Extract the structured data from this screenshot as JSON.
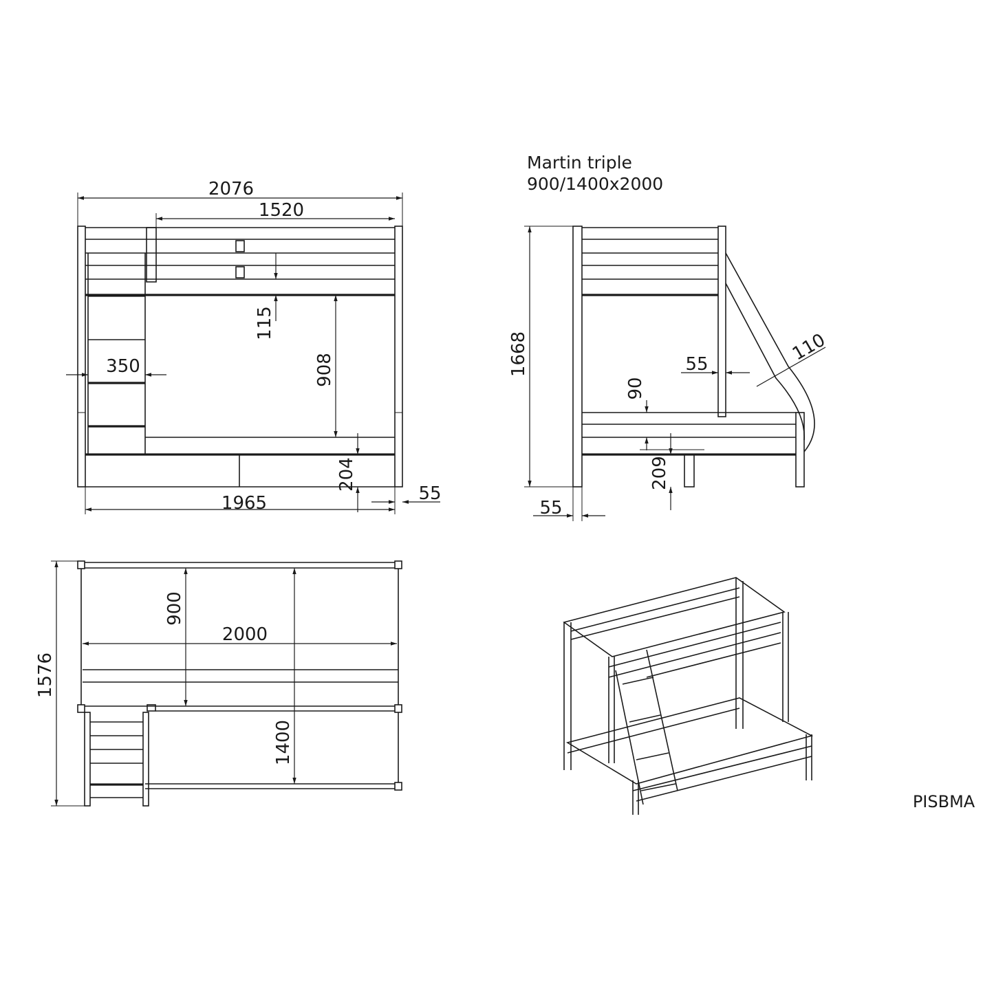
{
  "title": {
    "line1": "Martin triple",
    "line2": "900/1400x2000"
  },
  "code": "PISBMA",
  "front_view": {
    "overall_width": "2076",
    "top_bunk_length": "1520",
    "rail_gap": "115",
    "ladder_width": "350",
    "upper_clearance": "908",
    "base_height": "204",
    "inner_length": "1965",
    "post_width": "55"
  },
  "side_view": {
    "total_height": "1668",
    "post_width_right": "55",
    "ladder_depth": "110",
    "rail_height": "90",
    "leg_height": "209",
    "post_width_left": "55"
  },
  "top_view": {
    "total_width": "1576",
    "upper_width": "900",
    "length": "2000",
    "lower_width": "1400"
  },
  "colors": {
    "line": "#1a1a1a",
    "background": "#ffffff"
  }
}
